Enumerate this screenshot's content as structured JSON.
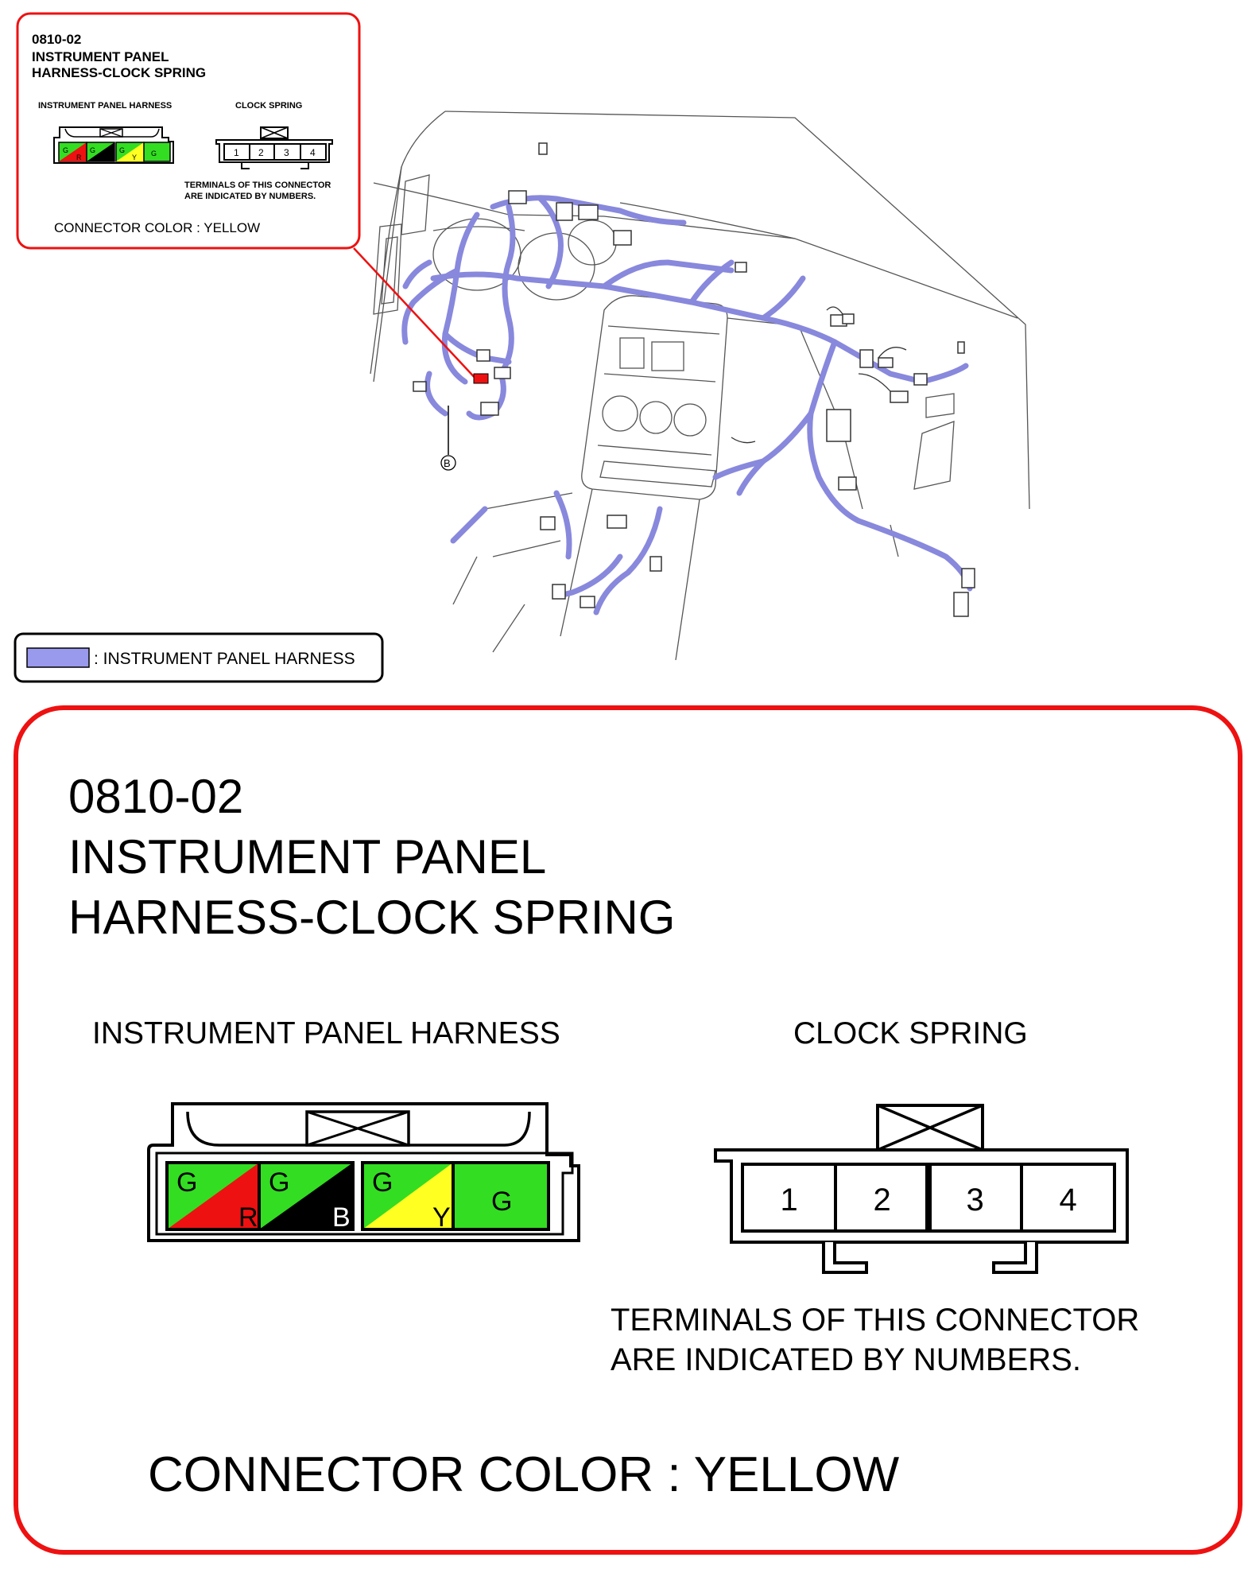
{
  "callout": {
    "code": "0810-02",
    "title_line1": "INSTRUMENT PANEL",
    "title_line2": "HARNESS-CLOCK SPRING",
    "harness_label": "INSTRUMENT PANEL HARNESS",
    "clock_label": "CLOCK SPRING",
    "note_line1": "TERMINALS OF THIS CONNECTOR",
    "note_line2": "ARE INDICATED BY NUMBERS.",
    "color_text": "CONNECTOR COLOR : YELLOW"
  },
  "legend": {
    "label": ": INSTRUMENT PANEL HARNESS",
    "swatch_color": "#9999ee"
  },
  "locator_mark": "B",
  "harness_connector": {
    "pins": [
      {
        "top": "G",
        "bottom": "R",
        "top_color": "#33dd22",
        "bottom_color": "#ee1111"
      },
      {
        "top": "G",
        "bottom": "B",
        "top_color": "#33dd22",
        "bottom_color": "#000000"
      },
      {
        "top": "G",
        "bottom": "Y",
        "top_color": "#33dd22",
        "bottom_color": "#ffff22"
      },
      {
        "top": "",
        "bottom": "G",
        "top_color": "#33dd22",
        "bottom_color": "#33dd22"
      }
    ]
  },
  "clock_connector": {
    "terminals": [
      "1",
      "2",
      "3",
      "4"
    ]
  },
  "colors": {
    "callout_border": "#ee1111",
    "harness": "#8888dd",
    "line": "#000000"
  }
}
